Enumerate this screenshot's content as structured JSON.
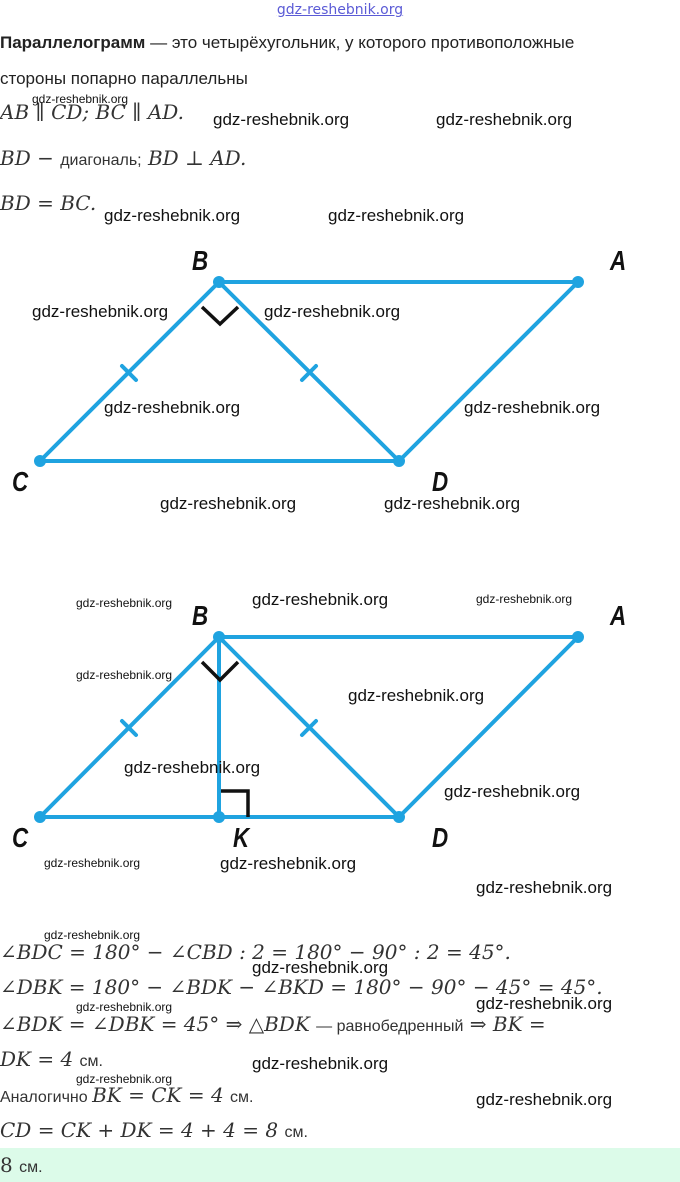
{
  "site_header": "gdz-reshebnik.org",
  "definition": {
    "term": "Параллелограмм",
    "text_line1": " — это четырёхугольник, у которого противоположные",
    "text_line2": "стороны попарно параллельны"
  },
  "given": {
    "line1": "AB ∥ CD;  BC ∥ AD.",
    "line2_a": "BD − ",
    "line2_b": "диагональ;",
    "line2_c": " BD ⊥ AD.",
    "line3": "BD = BC."
  },
  "diagram1": {
    "labels": {
      "B": "B",
      "A": "A",
      "C": "C",
      "D": "D"
    },
    "line_color": "#1fa3e0"
  },
  "diagram2": {
    "labels": {
      "B": "B",
      "A": "A",
      "C": "C",
      "K": "K",
      "D": "D"
    },
    "line_color": "#1fa3e0"
  },
  "solution": {
    "line1": "∠BDC = 180° − ∠CBD : 2 = 180° − 90° : 2 = 45°.",
    "line2": "∠DBK = 180° − ∠BDK − ∠BKD = 180° − 90° − 45° = 45°.",
    "line3_a": "∠BDK = ∠DBK = 45° ⇒ △BDK ",
    "line3_b": "— равнобедренный",
    "line3_c": " ⇒ BK =",
    "line4_a": "DK = 4 ",
    "line4_b": "см.",
    "line5_a": "Аналогично ",
    "line5_b": "BK = CK = 4 ",
    "line5_c": "см.",
    "line6_a": "CD = CK + DK = 4 + 4 = 8 ",
    "line6_b": "см."
  },
  "answer": {
    "value": "8 ",
    "unit": "см.",
    "background": "#dcfbe9"
  },
  "watermark": "gdz-reshebnik.org"
}
